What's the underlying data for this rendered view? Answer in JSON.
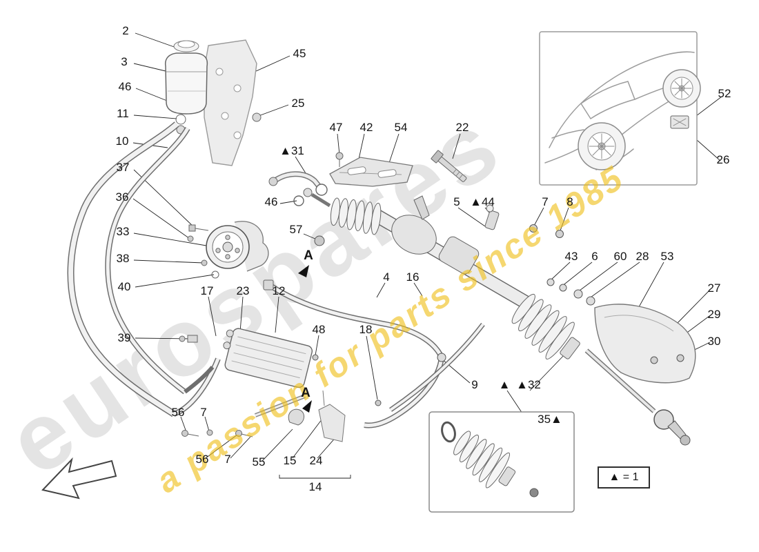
{
  "watermark": {
    "brand": "eurospares",
    "tagline": "a passion for parts since 1985",
    "brand_color": "#b9b9b9",
    "tagline_color": "#f0c01a"
  },
  "legend": {
    "text": "▲ = 1"
  },
  "section_marker": "A",
  "callouts": {
    "c01": "2",
    "c02": "3",
    "c03": "46",
    "c04": "11",
    "c05": "10",
    "c06": "37",
    "c07": "36",
    "c08": "33",
    "c09": "38",
    "c10": "40",
    "c11": "39",
    "c12": "45",
    "c13": "25",
    "c14": "▲31",
    "c15": "46",
    "c16": "47",
    "c17": "42",
    "c18": "54",
    "c19": "22",
    "c20": "57",
    "c21": "4",
    "c22": "16",
    "c23": "5",
    "c24": "▲44",
    "c25": "7",
    "c26": "8",
    "c27": "43",
    "c28": "6",
    "c29": "60",
    "c30": "28",
    "c31": "53",
    "c32": "27",
    "c33": "29",
    "c34": "30",
    "c35": "52",
    "c36": "26",
    "c37": "17",
    "c38": "23",
    "c39": "12",
    "c40": "48",
    "c41": "18",
    "c42": "9",
    "c43": "▲",
    "c44": "▲32",
    "c45": "35▲",
    "c46": "56",
    "c47": "7",
    "c48": "56",
    "c49": "7",
    "c50": "55",
    "c51": "15",
    "c52": "24",
    "c53": "14"
  }
}
